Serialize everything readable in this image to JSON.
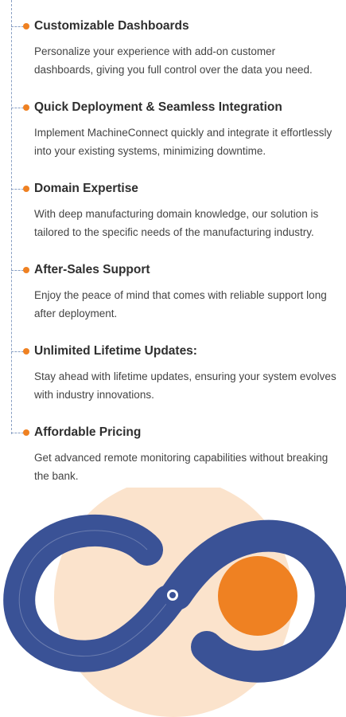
{
  "features": [
    {
      "title": "Customizable Dashboards",
      "description": "Personalize your experience with add-on customer dashboards, giving you full control over the data you need."
    },
    {
      "title": "Quick Deployment & Seamless Integration",
      "description": "Implement MachineConnect quickly and integrate it effortlessly into your existing systems, minimizing downtime."
    },
    {
      "title": "Domain Expertise",
      "description": "With deep manufacturing domain knowledge, our solution is tailored to the specific needs of the manufacturing industry."
    },
    {
      "title": "After-Sales Support",
      "description": "Enjoy the peace of mind that comes with reliable support long after deployment."
    },
    {
      "title": "Unlimited Lifetime Updates:",
      "description": "Stay ahead with lifetime updates, ensuring your system evolves with industry innovations."
    },
    {
      "title": "Affordable Pricing",
      "description": "Get advanced remote monitoring capabilities without breaking the bank."
    }
  ],
  "colors": {
    "accent": "#ef8122",
    "brand_blue": "#3a5296",
    "peach_bg": "#fbe3cc",
    "timeline": "#8aa0c4"
  },
  "icons": {
    "bullet": "orange-dot-icon",
    "logo": "infinity-logo-icon"
  }
}
